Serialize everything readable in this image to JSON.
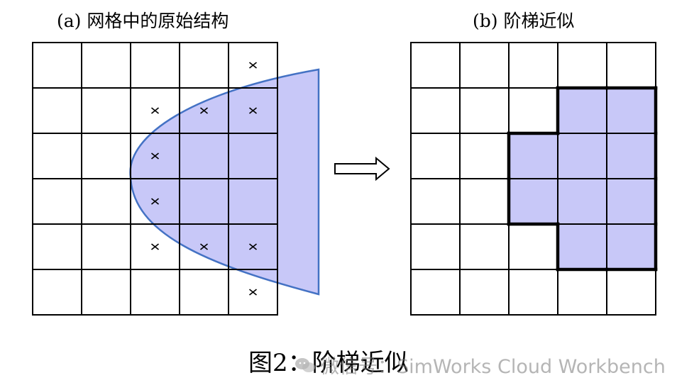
{
  "panel_a": {
    "label": "(a) 网格中的原始结构"
  },
  "panel_b": {
    "label": "(b) 阶梯近似"
  },
  "caption": "图2：阶梯近似",
  "watermark": {
    "text": "微信号：SimWorks Cloud Workbench",
    "icon": "wechat-icon"
  },
  "grid": {
    "rows": 6,
    "cols": 5
  },
  "marked_cells": [
    [
      0,
      4
    ],
    [
      1,
      2
    ],
    [
      1,
      3
    ],
    [
      1,
      4
    ],
    [
      2,
      2
    ],
    [
      3,
      2
    ],
    [
      4,
      2
    ],
    [
      4,
      3
    ],
    [
      4,
      4
    ],
    [
      5,
      4
    ]
  ],
  "filled_cells": [
    [
      1,
      3
    ],
    [
      1,
      4
    ],
    [
      2,
      2
    ],
    [
      2,
      3
    ],
    [
      2,
      4
    ],
    [
      3,
      2
    ],
    [
      3,
      3
    ],
    [
      3,
      4
    ],
    [
      4,
      3
    ],
    [
      4,
      4
    ]
  ],
  "colors": {
    "fill": "#c8c8f8",
    "outline": "#4472c4",
    "grid": "#000000"
  },
  "arrow": {
    "direction": "right"
  }
}
